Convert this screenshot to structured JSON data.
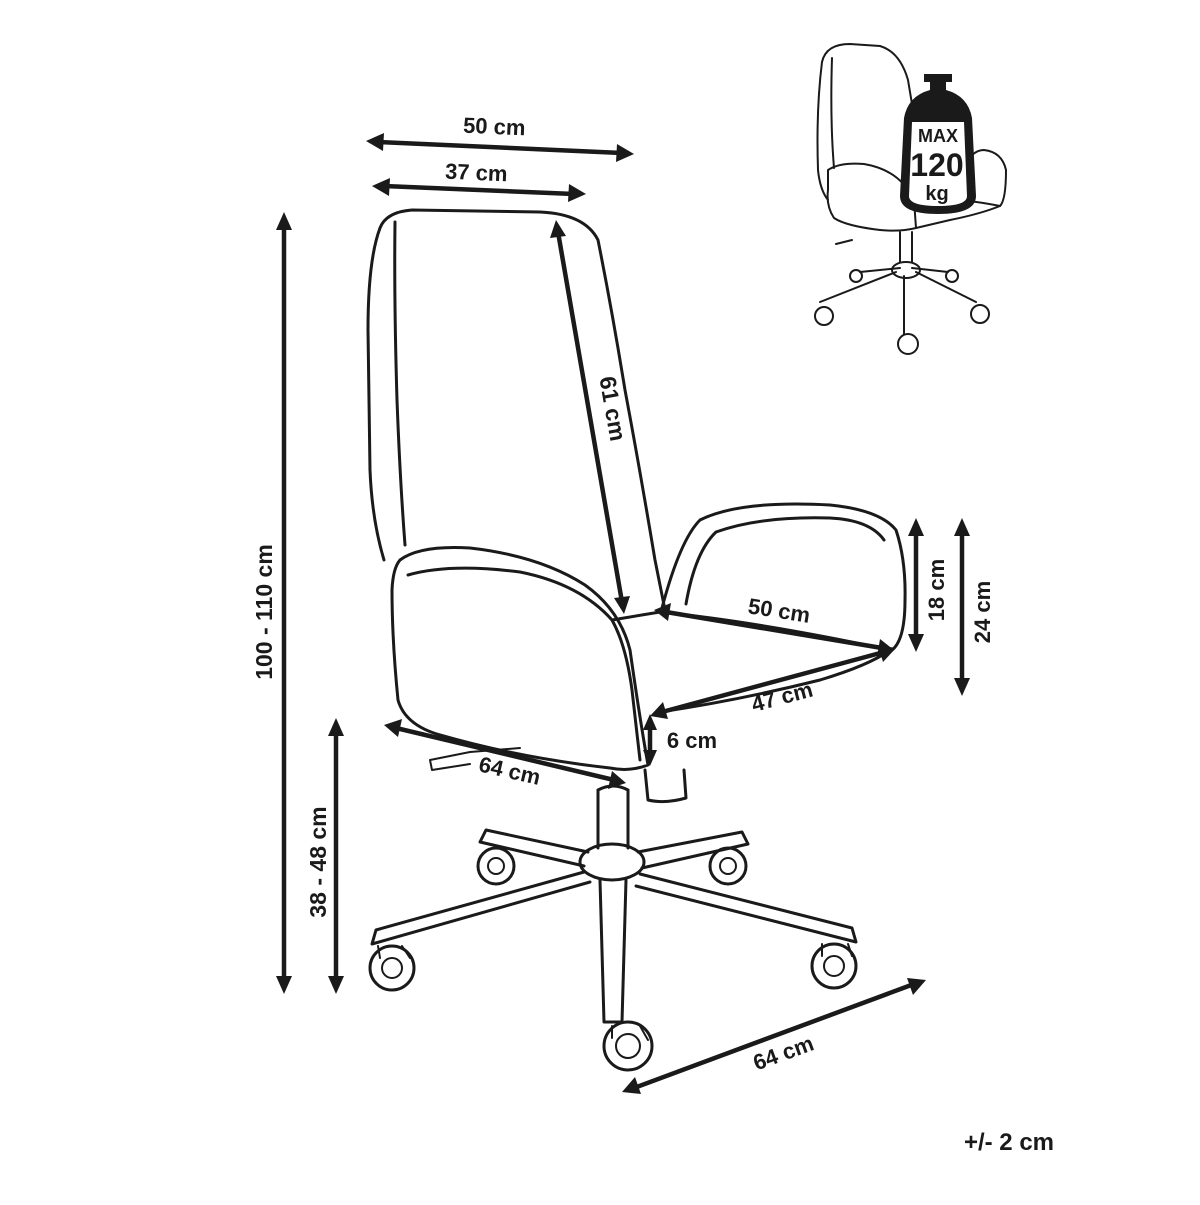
{
  "dimensions": {
    "backrest_top_width": "50 cm",
    "backrest_inner_width": "37 cm",
    "total_height": "100 - 110 cm",
    "backrest_height": "61 cm",
    "armrest_height": "18 cm",
    "armrest_total": "24 cm",
    "seat_width": "50 cm",
    "seat_depth": "47 cm",
    "seat_thickness": "6 cm",
    "base_side": "64 cm",
    "seat_height": "38 - 48 cm",
    "base_front": "64 cm"
  },
  "load_badge": {
    "line1": "MAX",
    "line2": "120",
    "line3": "kg"
  },
  "tolerance": "+/- 2 cm",
  "colors": {
    "ink": "#1a1a1a",
    "background": "#ffffff"
  }
}
